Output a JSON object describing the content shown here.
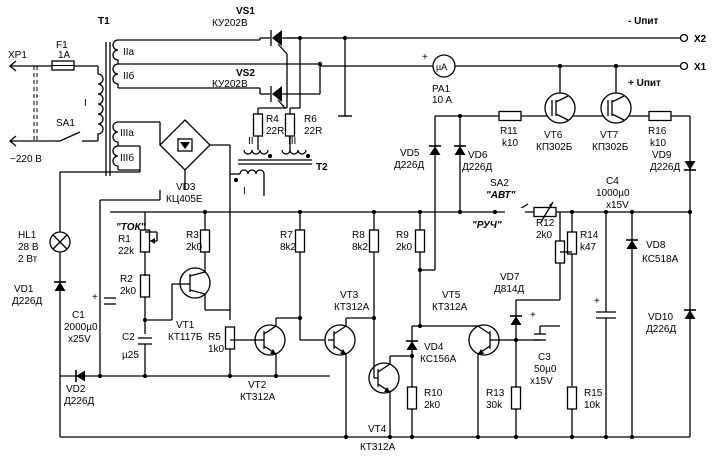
{
  "labels": {
    "t1": "T1",
    "t2": "T2",
    "f1": "F1",
    "f1_val": "1A",
    "xp1": "XP1",
    "sa1": "SA1",
    "mains": "~220 В",
    "w_I": "I",
    "w_IIa": "IIa",
    "w_IIb": "IIб",
    "w_IIIa": "IIIa",
    "w_IIIb": "IIIб",
    "t2_I": "I",
    "t2_II": "II",
    "t2_III": "III",
    "vs1": "VS1",
    "vs1_type": "КУ202В",
    "vs2": "VS2",
    "vs2_type": "КУ202В",
    "r4": "R4",
    "r4_val": "22R",
    "r6": "R6",
    "r6_val": "22R",
    "pa1": "PA1",
    "pa1_val": "10 A",
    "meter_glyph": "µA",
    "minus_u": "- Uпит",
    "plus_u": "+ Uпит",
    "x1": "X1",
    "x2": "X2",
    "r11": "R11",
    "r11_val": "k10",
    "r16": "R16",
    "r16_val": "k10",
    "vt6": "VT6",
    "vt6_type": "КП302Б",
    "vt7": "VT7",
    "vt7_type": "КП302Б",
    "vd5": "VD5",
    "vd5_type": "Д226Д",
    "vd6": "VD6",
    "vd6_type": "Д226Д",
    "vd9": "VD9",
    "vd9_type": "Д226Д",
    "vd3": "VD3",
    "vd3_type": "КЦ405Е",
    "sa2": "SA2",
    "avt": "\"АВТ\"",
    "ruch": "\"РУЧ\"",
    "c4": "C4",
    "c4_val": "1000µ0",
    "c4_v": "x15V",
    "tok": "\"ТОК\"",
    "r1": "R1",
    "r1_val": "22k",
    "r2": "R2",
    "r2_val": "2k0",
    "r3": "R3",
    "r3_val": "2k0",
    "r5": "R5",
    "r5_val": "1k0",
    "r7": "R7",
    "r7_val": "8k2",
    "r8": "R8",
    "r8_val": "8k2",
    "r9": "R9",
    "r9_val": "2k0",
    "r10": "R10",
    "r10_val": "2k0",
    "r12": "R12",
    "r12_val": "2k0",
    "r13": "R13",
    "r13_val": "30k",
    "r14": "R14",
    "r14_val": "k47",
    "r15": "R15",
    "r15_val": "10k",
    "hl1": "HL1",
    "hl1_v": "28 В",
    "hl1_w": "2 Вт",
    "vd1": "VD1",
    "vd1_type": "Д226Д",
    "vd2": "VD2",
    "vd2_type": "Д226Д",
    "c1": "C1",
    "c1_val": "2000µ0",
    "c1_v": "x25V",
    "c2": "C2",
    "c2_val": "µ25",
    "vt1": "VT1",
    "vt1_type": "КТ117Б",
    "vt2": "VT2",
    "vt2_type": "КТ312А",
    "vt3": "VT3",
    "vt3_type": "КТ312А",
    "vt4": "VT4",
    "vt4_type": "КТ312А",
    "vt5": "VT5",
    "vt5_type": "КТ312А",
    "vd4": "VD4",
    "vd4_type": "КС156А",
    "vd7": "VD7",
    "vd7_type": "Д814Д",
    "vd8": "VD8",
    "vd8_type": "КС518А",
    "vd10": "VD10",
    "vd10_type": "Д226Д",
    "c3": "C3",
    "c3_val": "50µ0",
    "c3_v": "x15V",
    "plus": "+"
  }
}
